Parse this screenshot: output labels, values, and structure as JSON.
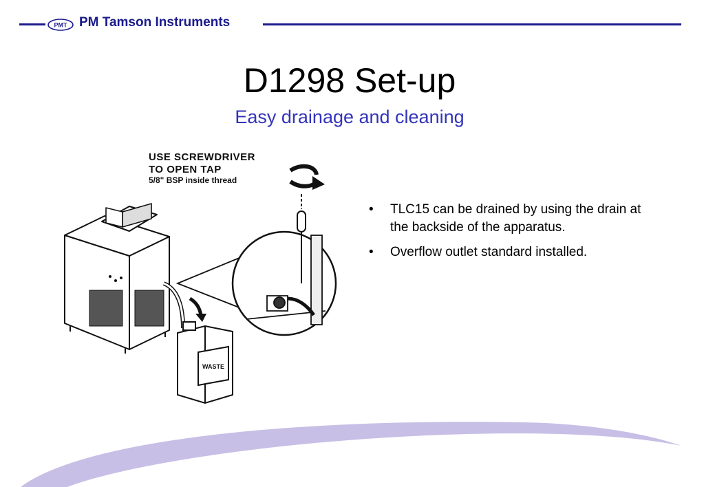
{
  "header": {
    "logo_badge": "PMT",
    "logo_text": "PM Tamson Instruments",
    "accent_color": "#1a1a8c"
  },
  "slide": {
    "title": "D1298 Set-up",
    "subtitle": "Easy drainage and cleaning",
    "subtitle_color": "#3333bb"
  },
  "figure": {
    "caption_line1": "USE SCREWDRIVER",
    "caption_line2": "TO OPEN TAP",
    "caption_line3": "5/8\" BSP inside thread",
    "jerrycan_label": "WASTE"
  },
  "bullets": [
    "TLC15 can be drained by using the drain at the backside of the apparatus.",
    "Overflow outlet standard installed."
  ],
  "footer": {
    "swoosh_color": "#c8bfe6"
  }
}
